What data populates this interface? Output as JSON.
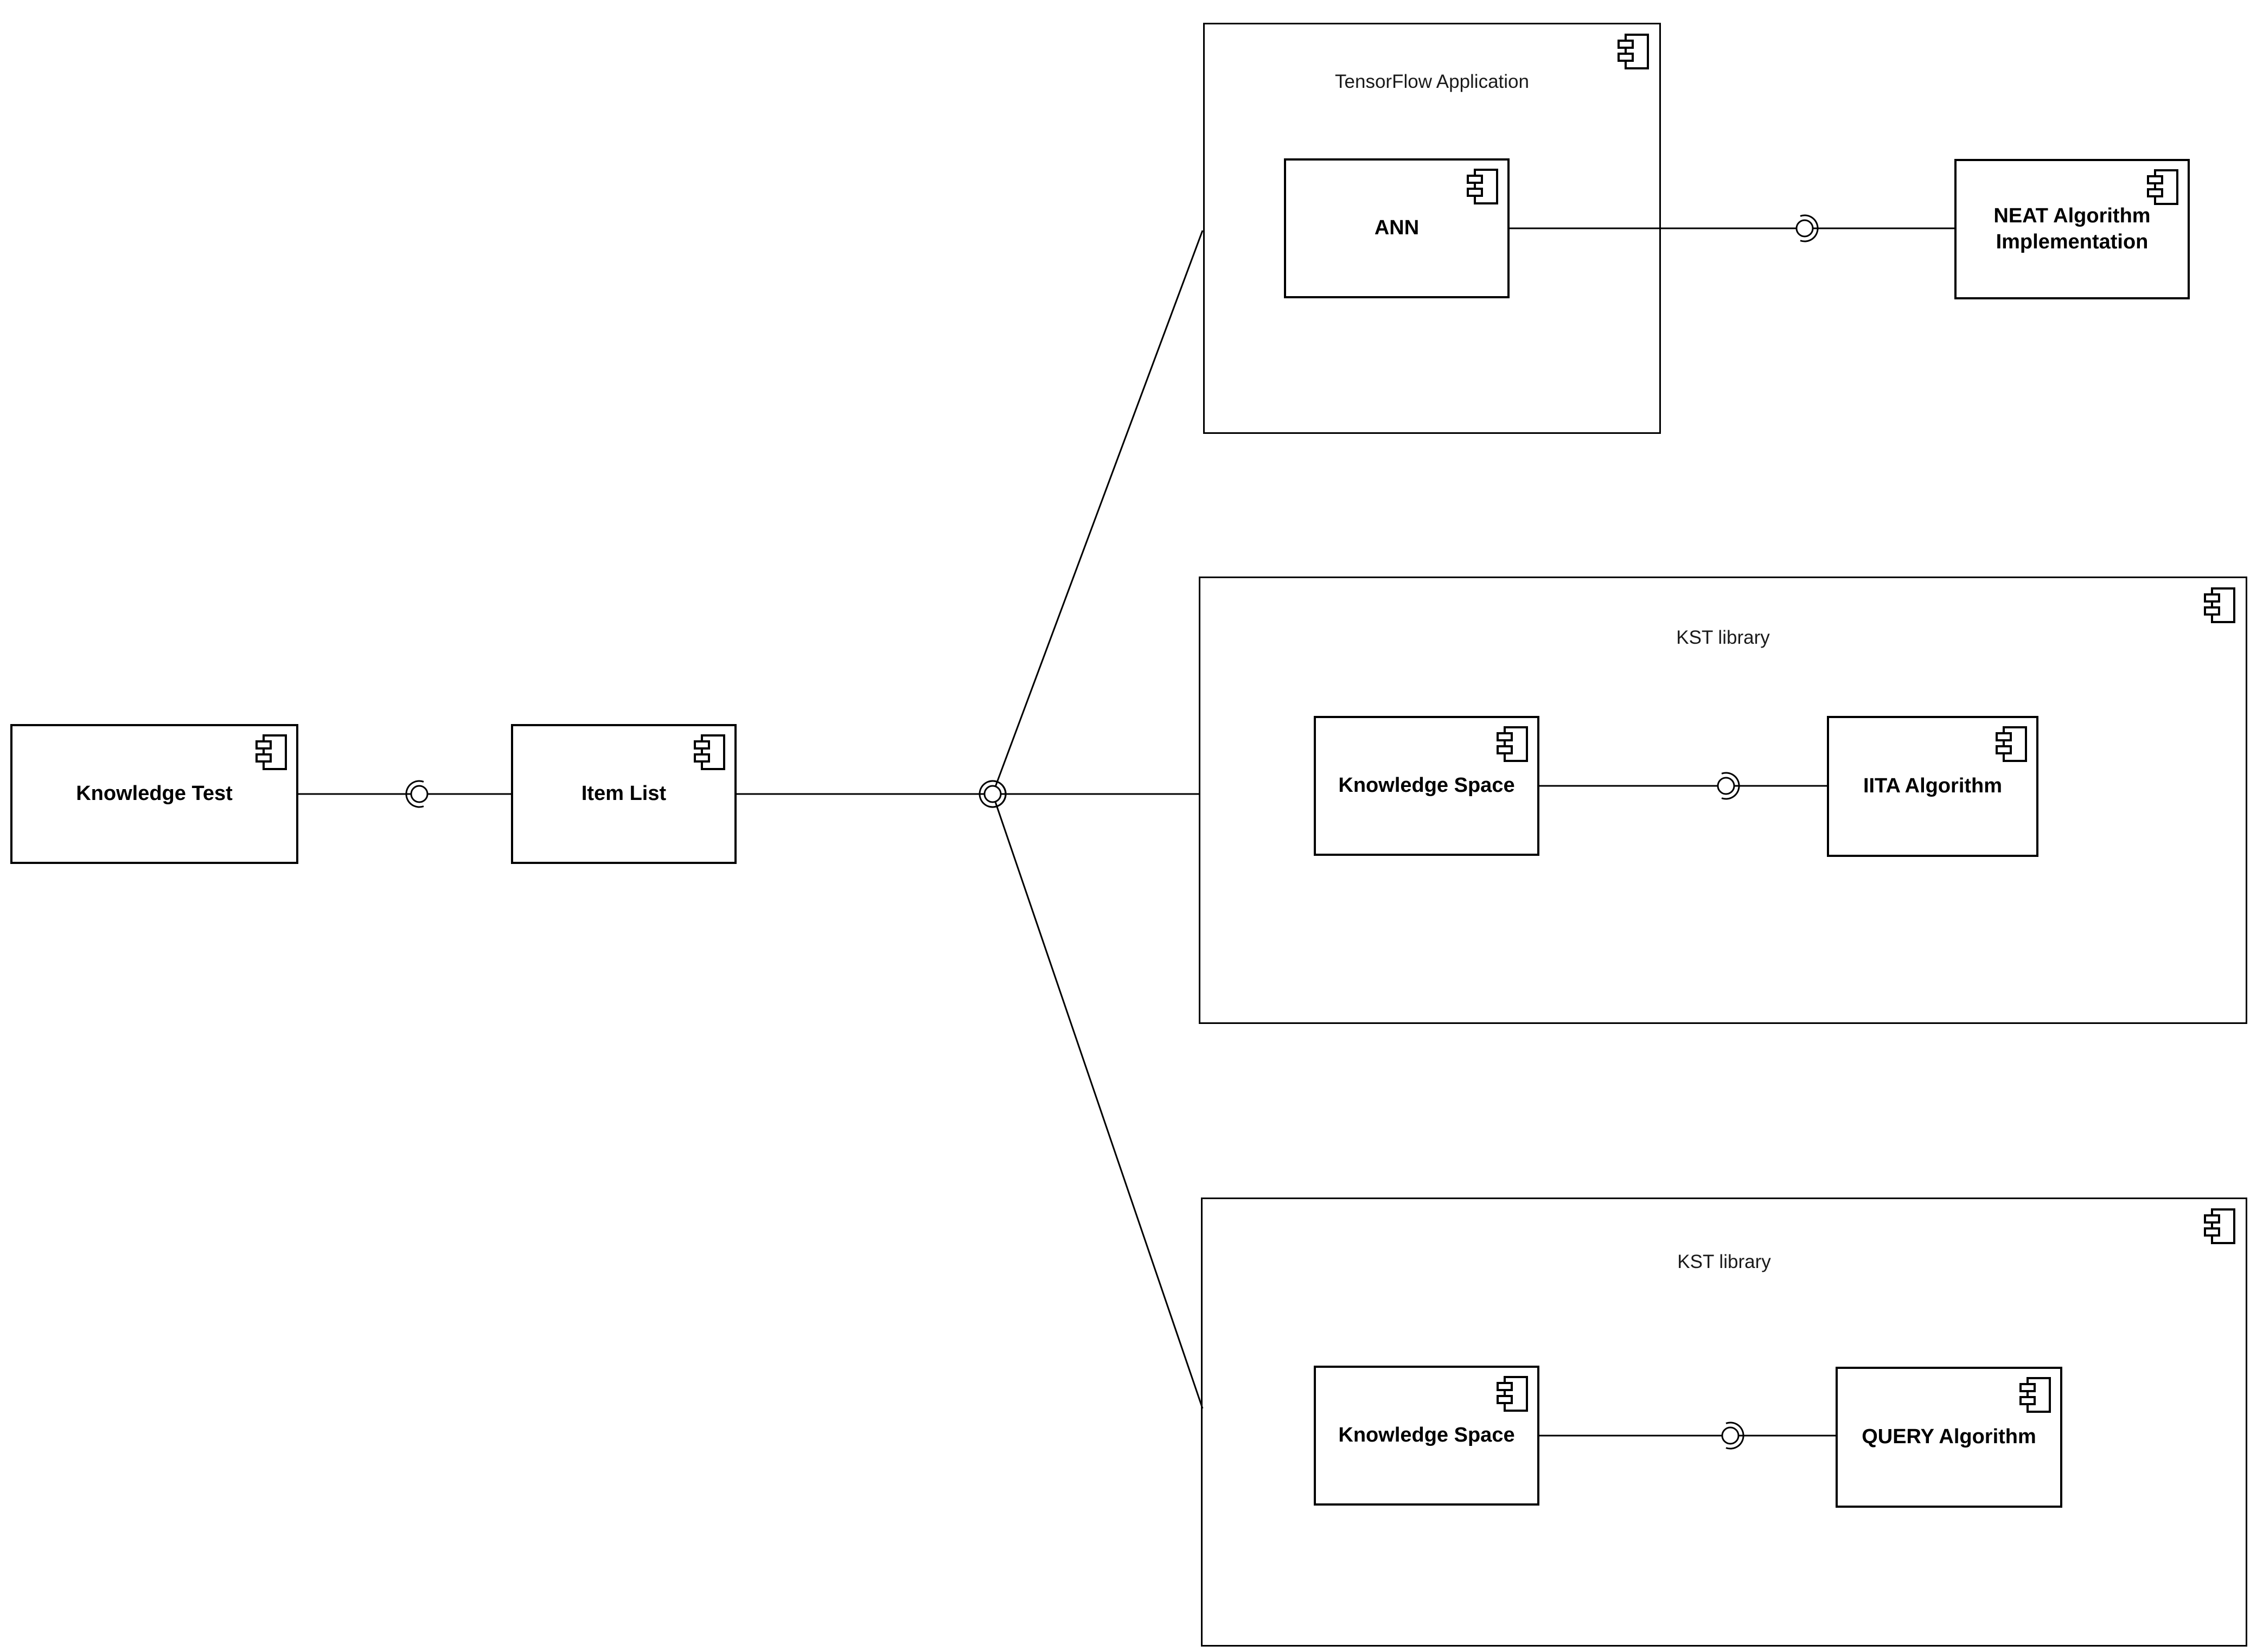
{
  "diagram": {
    "kind": "uml-component-diagram",
    "background_color": "#ffffff",
    "stroke_color": "#000000",
    "text_color": "#000000",
    "nodes": {
      "knowledge_test": {
        "label": "Knowledge Test",
        "type": "component",
        "icon": "uml-component-icon"
      },
      "item_list": {
        "label": "Item List",
        "type": "component",
        "icon": "uml-component-icon"
      },
      "tensorflow_app": {
        "label": "TensorFlow Application",
        "type": "container",
        "icon": "uml-component-icon"
      },
      "ann": {
        "label": "ANN",
        "type": "component",
        "icon": "uml-component-icon"
      },
      "neat": {
        "label_line1": "NEAT Algorithm",
        "label_line2": "Implementation",
        "type": "component",
        "icon": "uml-component-icon"
      },
      "kst_library_mid": {
        "label": "KST library",
        "type": "container",
        "icon": "uml-component-icon"
      },
      "knowledge_space_mid": {
        "label": "Knowledge Space",
        "type": "component",
        "icon": "uml-component-icon"
      },
      "iita": {
        "label": "IITA Algorithm",
        "type": "component",
        "icon": "uml-component-icon"
      },
      "kst_library_bottom": {
        "label": "KST library",
        "type": "container",
        "icon": "uml-component-icon"
      },
      "knowledge_space_bottom": {
        "label": "Knowledge Space",
        "type": "component",
        "icon": "uml-component-icon"
      },
      "query": {
        "label": "QUERY Algorithm",
        "type": "component",
        "icon": "uml-component-icon"
      }
    },
    "edges": [
      {
        "from": "Knowledge Test",
        "to": "Item List",
        "connector": "ball-and-socket",
        "socket_side": "left"
      },
      {
        "from": "Item List",
        "to": "TensorFlow Application",
        "connector": "shared-junction"
      },
      {
        "from": "Item List",
        "to": "KST library (middle)",
        "connector": "shared-junction"
      },
      {
        "from": "Item List",
        "to": "KST library (bottom)",
        "connector": "shared-junction"
      },
      {
        "from": "ANN",
        "to": "NEAT Algorithm Implementation",
        "connector": "ball-and-socket",
        "socket_side": "right"
      },
      {
        "from": "Knowledge Space",
        "to": "IITA Algorithm",
        "connector": "ball-and-socket",
        "socket_side": "right"
      },
      {
        "from": "Knowledge Space",
        "to": "QUERY Algorithm",
        "connector": "ball-and-socket",
        "socket_side": "right"
      }
    ]
  }
}
